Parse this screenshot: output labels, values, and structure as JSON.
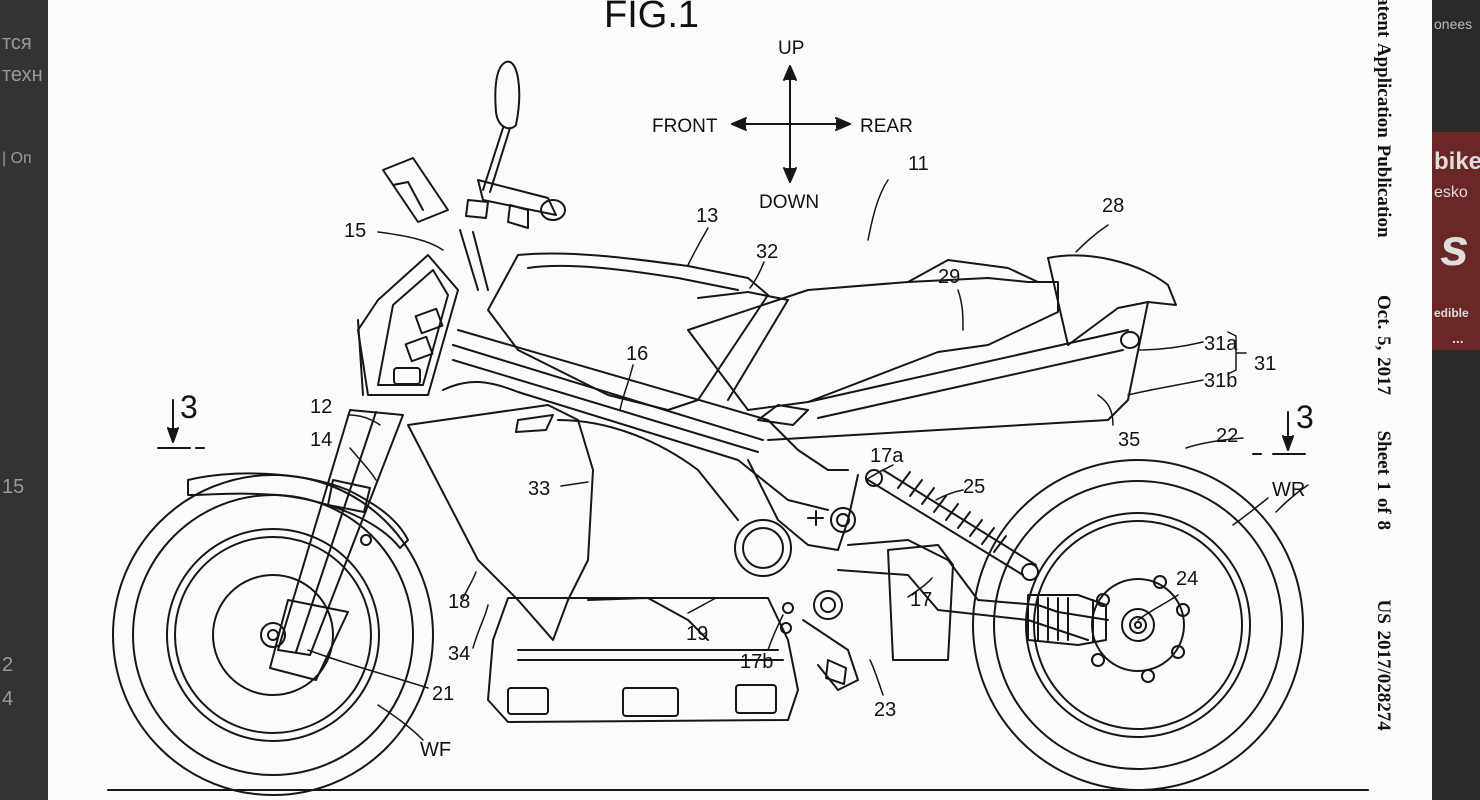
{
  "figure": {
    "title": "FIG.1",
    "directions": {
      "up": "UP",
      "down": "DOWN",
      "front": "FRONT",
      "rear": "REAR"
    },
    "section_marker": "3",
    "reference_labels": [
      "11",
      "12",
      "13",
      "14",
      "15",
      "16",
      "17",
      "17a",
      "17b",
      "18",
      "19",
      "21",
      "22",
      "23",
      "24",
      "25",
      "28",
      "29",
      "31",
      "31a",
      "31b",
      "32",
      "33",
      "34",
      "35",
      "WF",
      "WR"
    ]
  },
  "patent_header": {
    "publication": "atent Application Publication",
    "date": "Oct. 5, 2017",
    "sheet": "Sheet 1 of 8",
    "number": "US 2017/028274"
  },
  "background_fragments": {
    "left": [
      "тся",
      "техн",
      "| Оп",
      "15",
      "2",
      "4"
    ],
    "right": [
      "onees",
      "bike",
      "esko",
      "s",
      "edible",
      "..."
    ]
  }
}
